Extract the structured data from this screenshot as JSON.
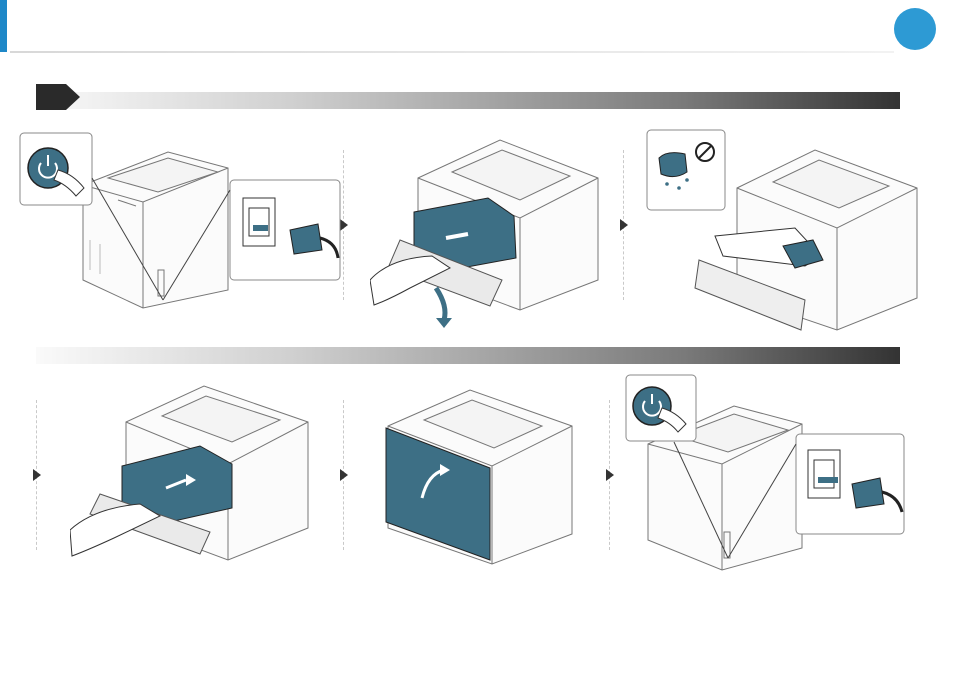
{
  "header": {
    "page_number": ""
  },
  "section_top": {
    "title": ""
  },
  "section_bottom": {
    "title": ""
  },
  "steps": [
    {
      "id": "power-off-unplug",
      "icon": "power-button-icon"
    },
    {
      "id": "remove-cartridge",
      "icon": "toner-cartridge-icon"
    },
    {
      "id": "clean-inside",
      "icon": "no-water-cloth-icon"
    },
    {
      "id": "insert-cartridge",
      "icon": "toner-cartridge-icon"
    },
    {
      "id": "close-front-cover",
      "icon": "front-cover-icon"
    },
    {
      "id": "plug-in-power-on",
      "icon": "power-button-icon"
    }
  ],
  "colors": {
    "accent": "#1e88c8",
    "badge": "#2d9ad4",
    "teal": "#3d6f85"
  }
}
